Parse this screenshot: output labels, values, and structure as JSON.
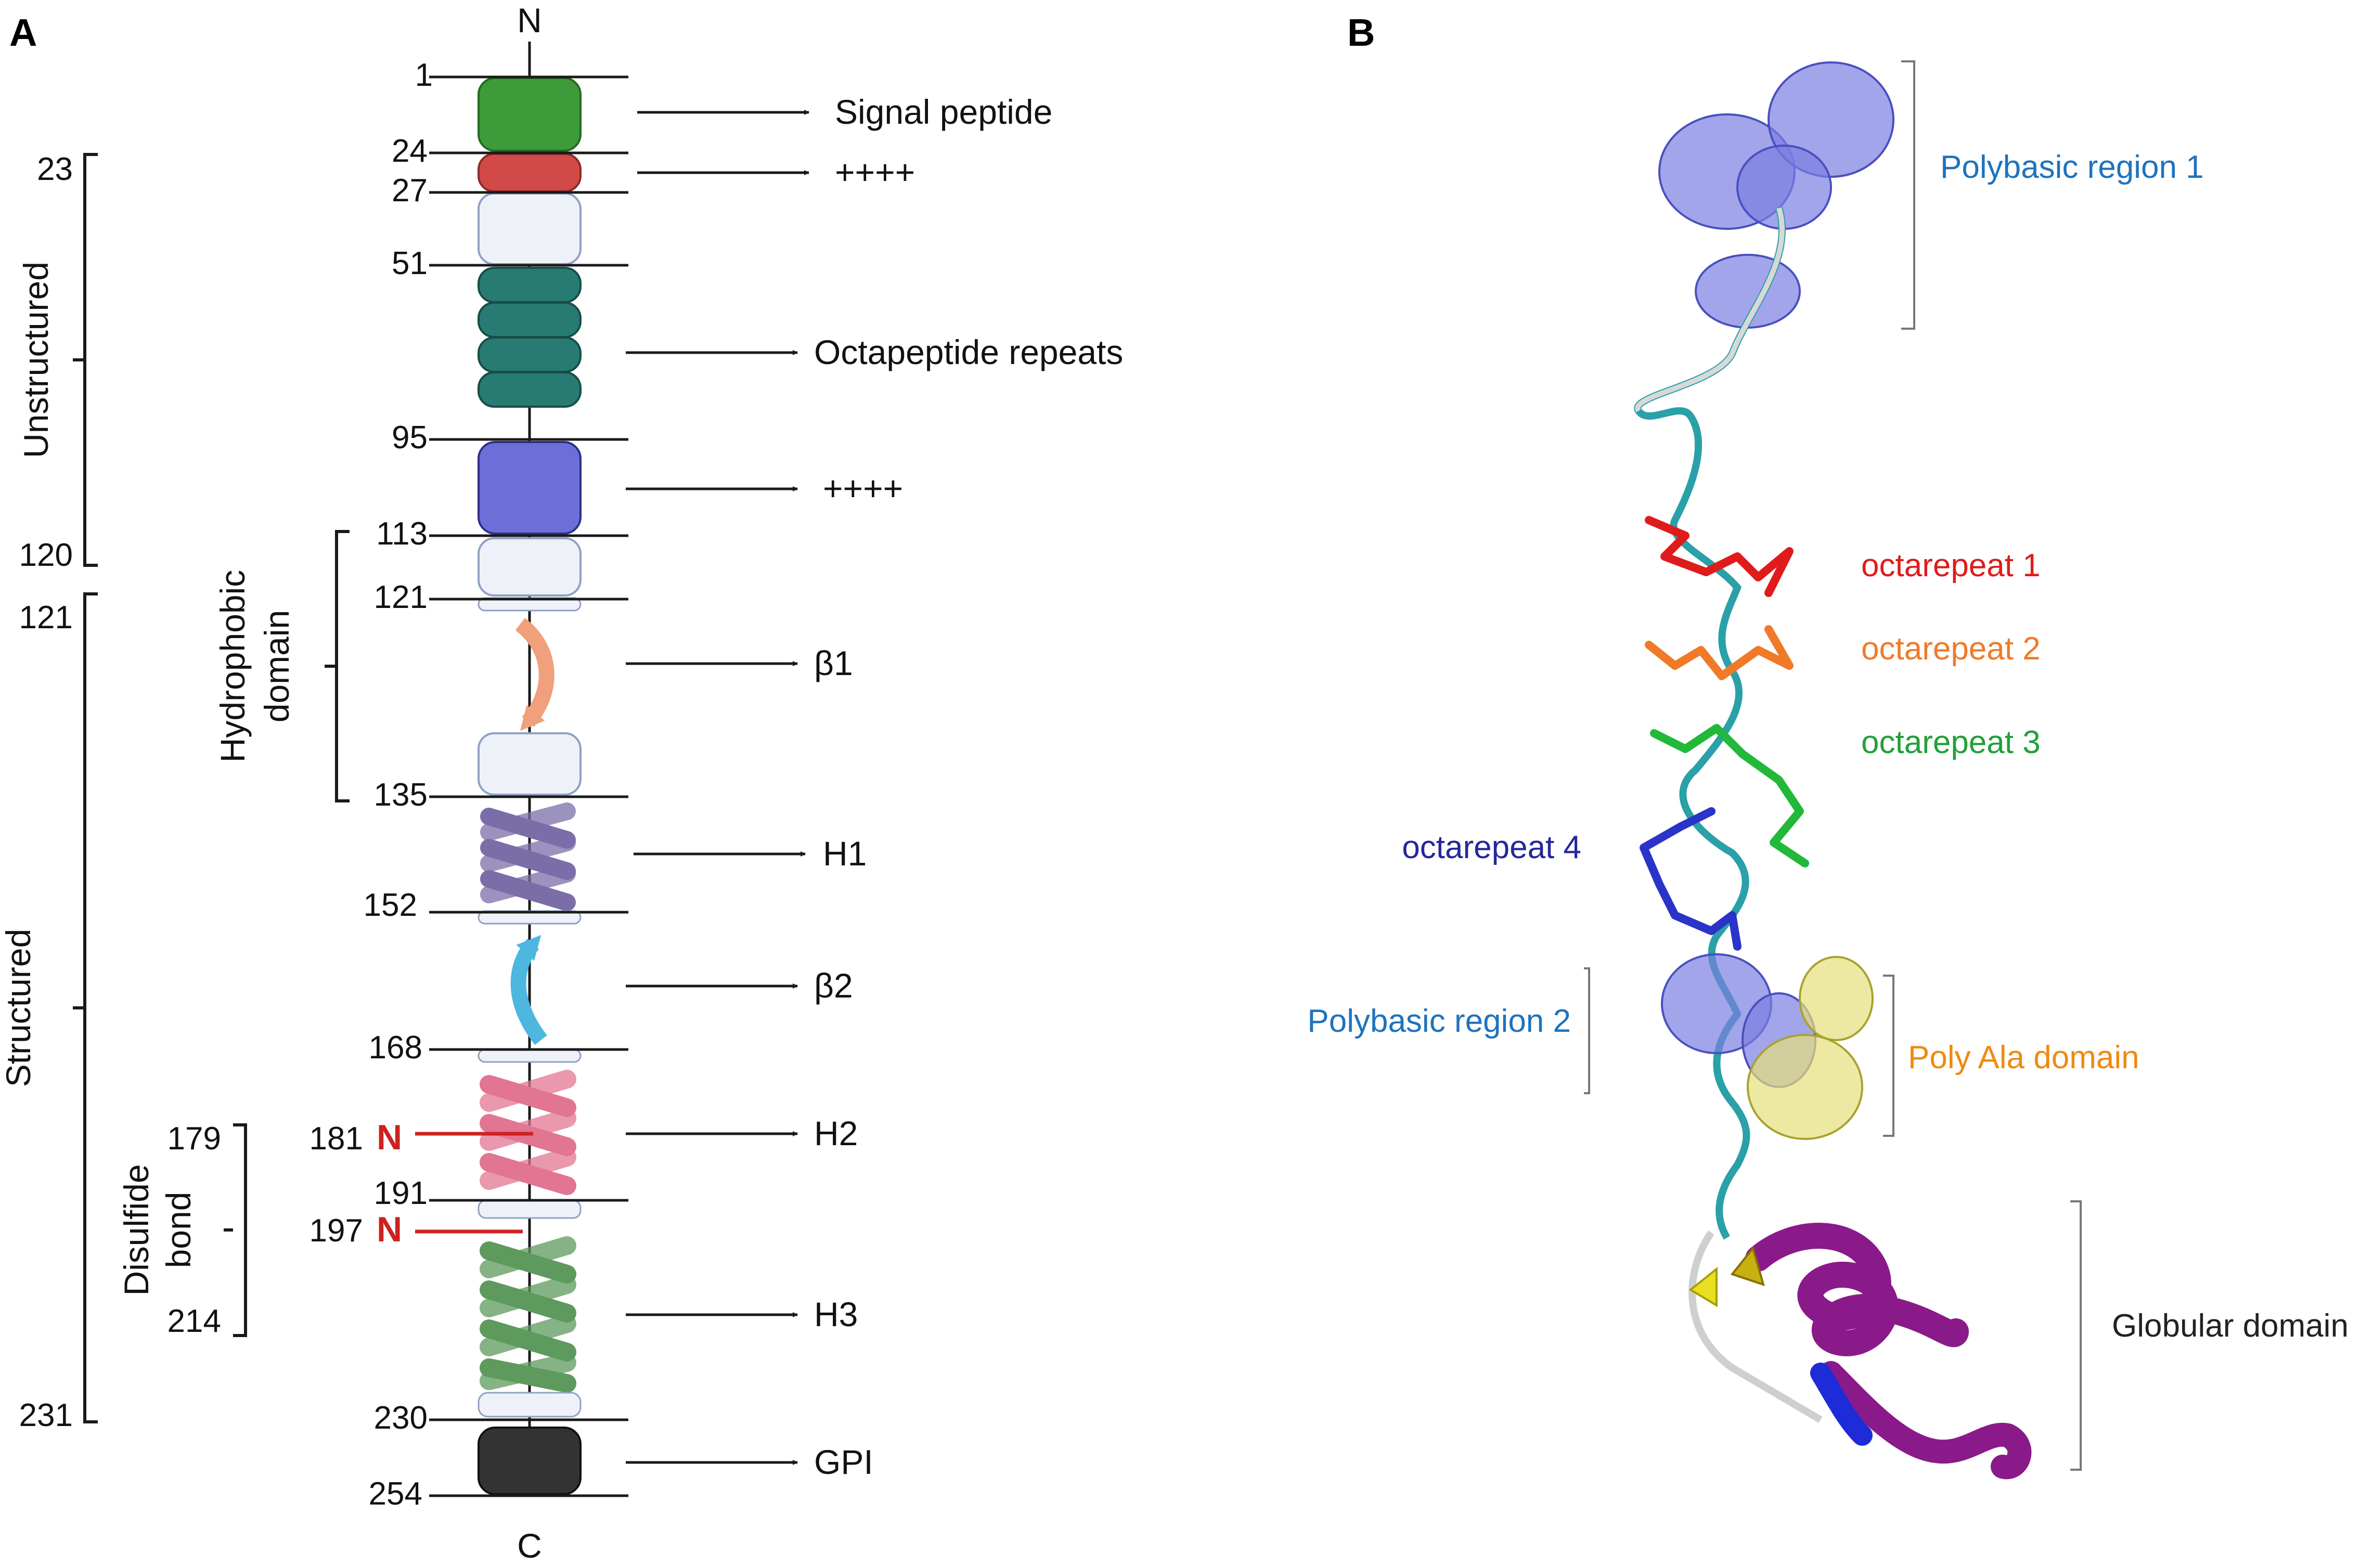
{
  "panel_a": {
    "panel_label": "A",
    "n_terminus": "N",
    "c_terminus": "C",
    "residue_numbers": [
      "1",
      "24",
      "27",
      "51",
      "95",
      "113",
      "121",
      "135",
      "152",
      "168",
      "191",
      "230",
      "254"
    ],
    "feature_labels": [
      "Signal peptide",
      "++++",
      "Octapeptide repeats",
      "++++",
      "β1",
      "H1",
      "β2",
      "H2",
      "H3",
      "GPI"
    ],
    "bracket_unstructured": {
      "label": "Unstructured",
      "start": "23",
      "end": "120"
    },
    "bracket_structured": {
      "label": "Structured",
      "start": "121",
      "end": "231"
    },
    "bracket_hydrophobic": {
      "label_line1": "Hydrophobic",
      "label_line2": "domain"
    },
    "bracket_disulfide": {
      "label_line1": "Disulfide",
      "label_line2": "bond",
      "start": "179",
      "end": "214"
    },
    "glycosylation_sites": [
      {
        "residue": "181",
        "symbol": "N"
      },
      {
        "residue": "197",
        "symbol": "N"
      }
    ],
    "colors": {
      "signal_peptide": "#3e9b3a",
      "polybasic_n": "#d24a47",
      "light_segment": "#eef2f8",
      "octarepeat": "#287b72",
      "polybasic_2": "#6c6fd8",
      "beta1": "#f0a07a",
      "h1": "#7b6ea8",
      "beta2": "#4db7e0",
      "h2": "#e27592",
      "h3": "#5e9a5e",
      "gpi": "#333333",
      "glycosylation": "#cc2222"
    }
  },
  "panel_b": {
    "panel_label": "B",
    "labels": [
      {
        "text": "Polybasic region 1",
        "color": "#1e73be"
      },
      {
        "text": "octarepeat 1",
        "color": "#e01b1b"
      },
      {
        "text": "octarepeat 2",
        "color": "#f07a28"
      },
      {
        "text": "octarepeat 3",
        "color": "#22a03a"
      },
      {
        "text": "octarepeat 4",
        "color": "#24289a"
      },
      {
        "text": "Polybasic region 2",
        "color": "#1e73be"
      },
      {
        "text": "Poly Ala domain",
        "color": "#f08a10"
      },
      {
        "text": "Globular domain",
        "color": "#222222"
      }
    ]
  }
}
